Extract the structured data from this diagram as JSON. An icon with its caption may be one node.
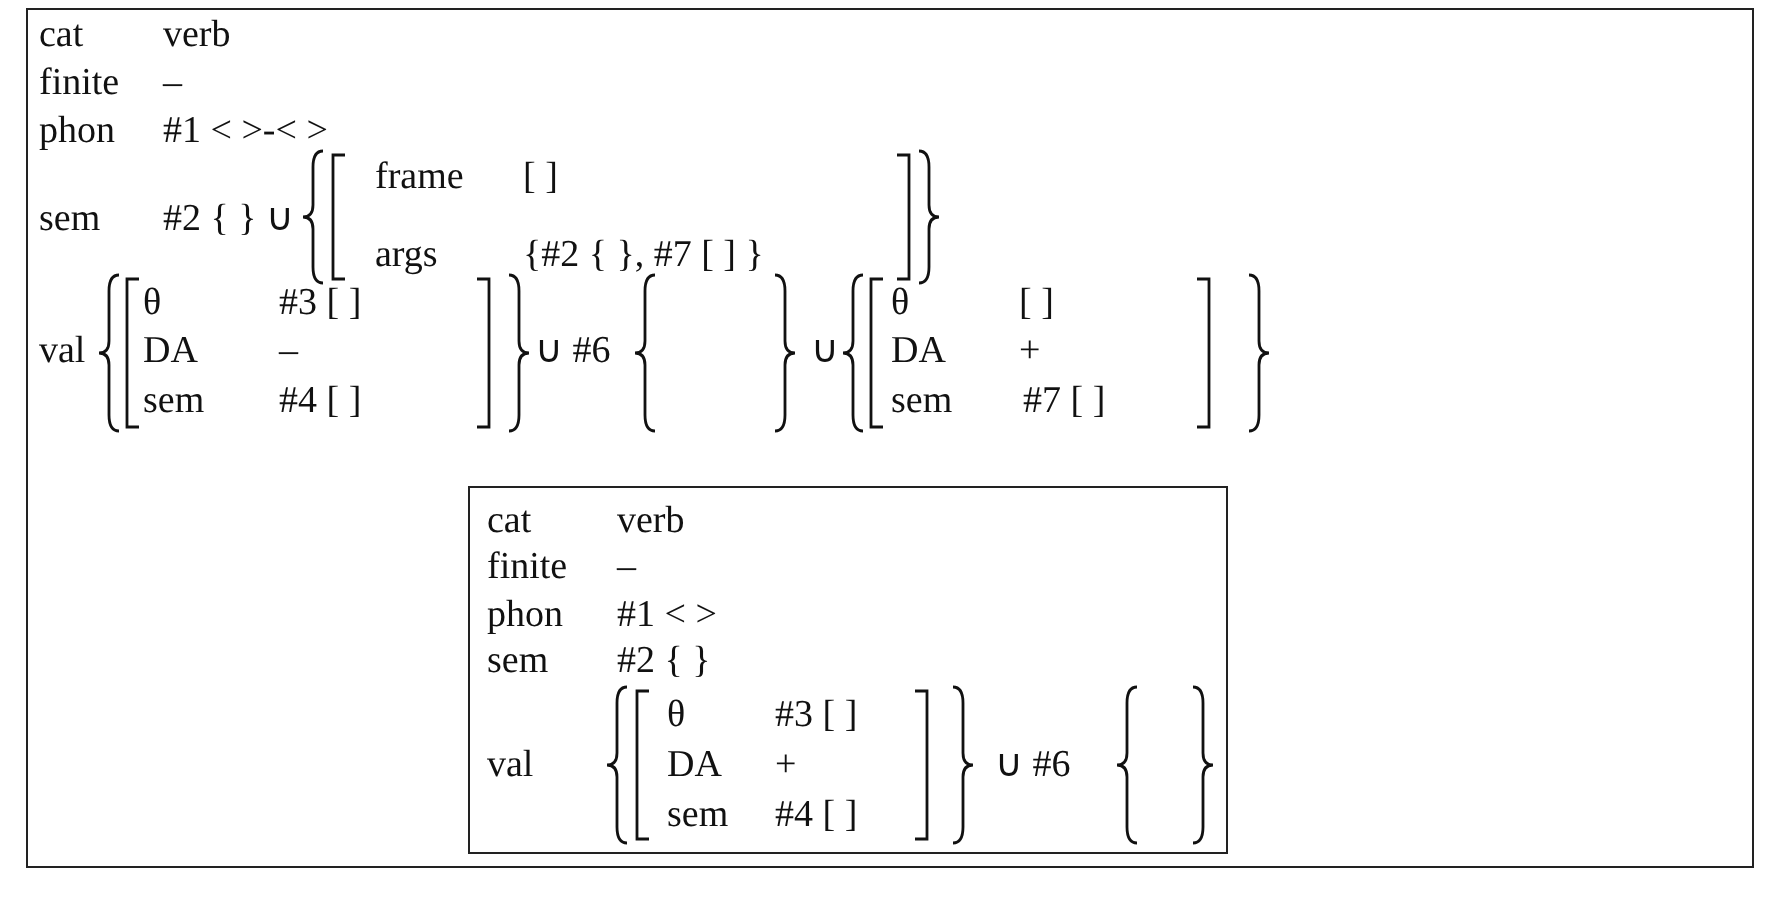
{
  "diagram": {
    "nodes": [
      {
        "text": [
          "cat",
          "verb",
          "finite",
          "–",
          "phon",
          "#1 < >-< >",
          "sem",
          "#2 { } ∪",
          "frame",
          "[ ]",
          "args",
          "{#2 { }, #7 [ ] }",
          "val",
          "θ",
          "#3 [ ]",
          "DA",
          "–",
          "sem",
          "#4 [ ]",
          "∪ #6",
          "∪",
          "θ",
          "[ ]",
          "DA",
          "+",
          "sem",
          "#7 [ ]"
        ]
      },
      {
        "text": [
          "cat",
          "verb",
          "finite",
          "–",
          "phon",
          "#1 < >",
          "sem",
          "#2 { }",
          "val",
          "θ",
          "#3 [ ]",
          "DA",
          "+",
          "sem",
          "#4 [ ]",
          "∪ #6"
        ],
        "in": 0
      }
    ]
  }
}
